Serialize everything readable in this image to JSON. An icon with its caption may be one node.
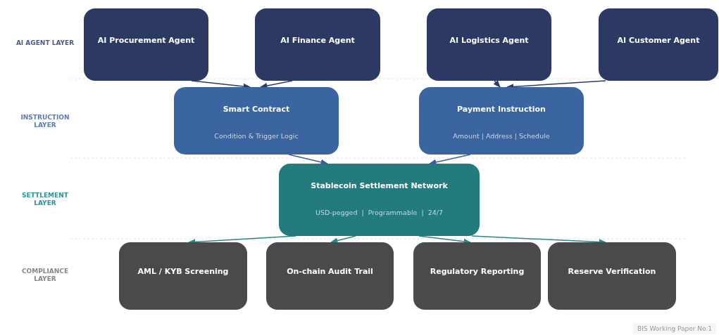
{
  "diagram": {
    "nodes": [
      {
        "text": [
          "AI Procurement Agent"
        ]
      },
      {
        "text": [
          "AI Finance Agent"
        ]
      },
      {
        "text": [
          "AI Logistics Agent"
        ]
      },
      {
        "text": [
          "AI Customer Agent"
        ]
      },
      {
        "text": [
          "Smart Contract",
          "Condition & Trigger Logic"
        ]
      },
      {
        "text": [
          "Payment Instruction",
          "Amount | Address | Schedule"
        ]
      },
      {
        "text": [
          "Stablecoin Settlement Network",
          "USD-pegged  |  Programmable  |  24/7"
        ]
      },
      {
        "text": [
          "AML / KYB Screening"
        ]
      },
      {
        "text": [
          "On-chain Audit Trail"
        ]
      },
      {
        "text": [
          "Regulatory Reporting"
        ]
      },
      {
        "text": [
          "Reserve Verification"
        ]
      }
    ],
    "edges": [
      {
        "from": 0,
        "to": 4,
        "arrow": "to",
        "color": "#2d3a66"
      },
      {
        "from": 1,
        "to": 4,
        "arrow": "to",
        "color": "#2d3a66"
      },
      {
        "from": 2,
        "to": 5,
        "arrow": "to",
        "color": "#2d3a66"
      },
      {
        "from": 3,
        "to": 5,
        "arrow": "to",
        "color": "#2d3a66"
      },
      {
        "from": 4,
        "to": 6,
        "arrow": "to",
        "color": "#3a5fa0"
      },
      {
        "from": 5,
        "to": 6,
        "arrow": "to",
        "color": "#3a5fa0"
      },
      {
        "from": 6,
        "to": 7,
        "arrow": "to",
        "color": "#2a8585"
      },
      {
        "from": 6,
        "to": 8,
        "arrow": "to",
        "color": "#2a8585"
      },
      {
        "from": 6,
        "to": 9,
        "arrow": "to",
        "color": "#2a8585"
      },
      {
        "from": 6,
        "to": 10,
        "arrow": "to",
        "color": "#2a8585"
      }
    ],
    "labels": [
      "AI AGENT LAYER",
      "INSTRUCTION LAYER",
      "SETTLEMENT LAYER",
      "COMPLIANCE LAYER",
      "BIS Working Paper No.1"
    ]
  }
}
